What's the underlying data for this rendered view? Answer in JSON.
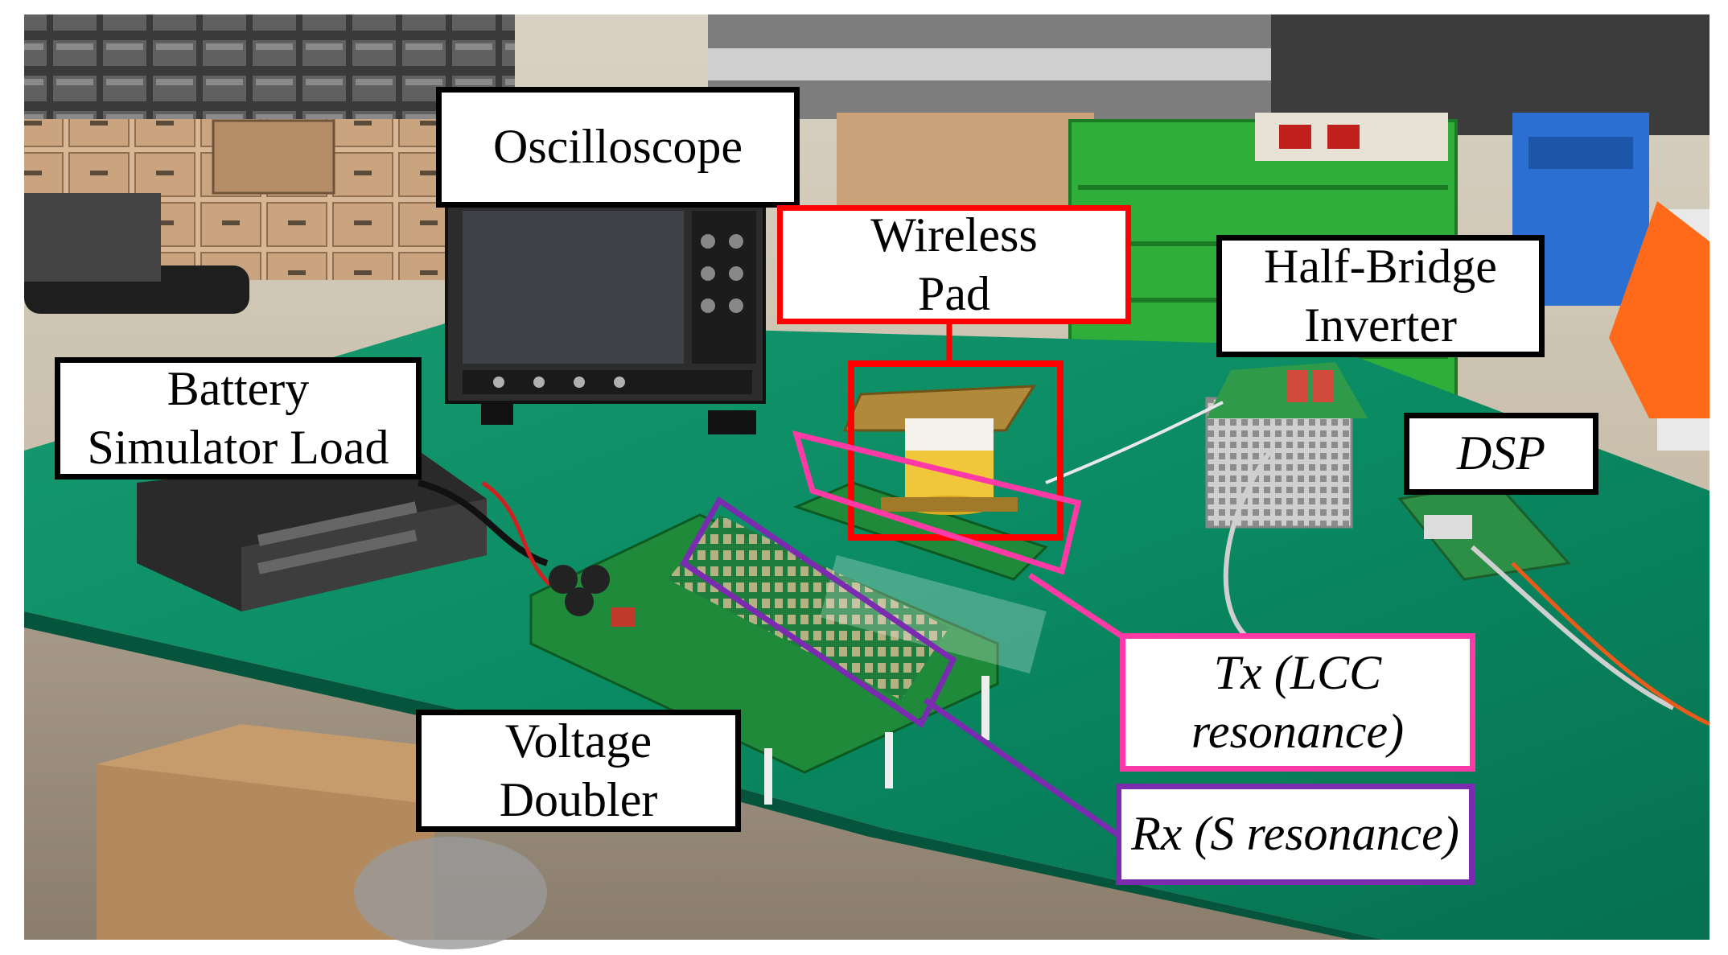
{
  "labels": {
    "oscilloscope": [
      "Oscilloscope"
    ],
    "wireless_pad": [
      "Wireless",
      "Pad"
    ],
    "half_bridge_inverter": [
      "Half-Bridge",
      "Inverter"
    ],
    "battery_simulator_load": [
      "Battery",
      "Simulator Load"
    ],
    "dsp": [
      "DSP"
    ],
    "voltage_doubler": [
      "Voltage",
      "Doubler"
    ],
    "tx": [
      "Tx (LCC",
      "resonance)"
    ],
    "rx": [
      "Rx (S resonance)"
    ]
  },
  "colors": {
    "wireless_pad_outline": "#ff0000",
    "tx_outline": "#ff3aa6",
    "rx_outline": "#7a2bb0",
    "table_top": "#0a8a62",
    "label_border": "#000000"
  },
  "icons": {
    "photo": "lab-bench-photo"
  }
}
